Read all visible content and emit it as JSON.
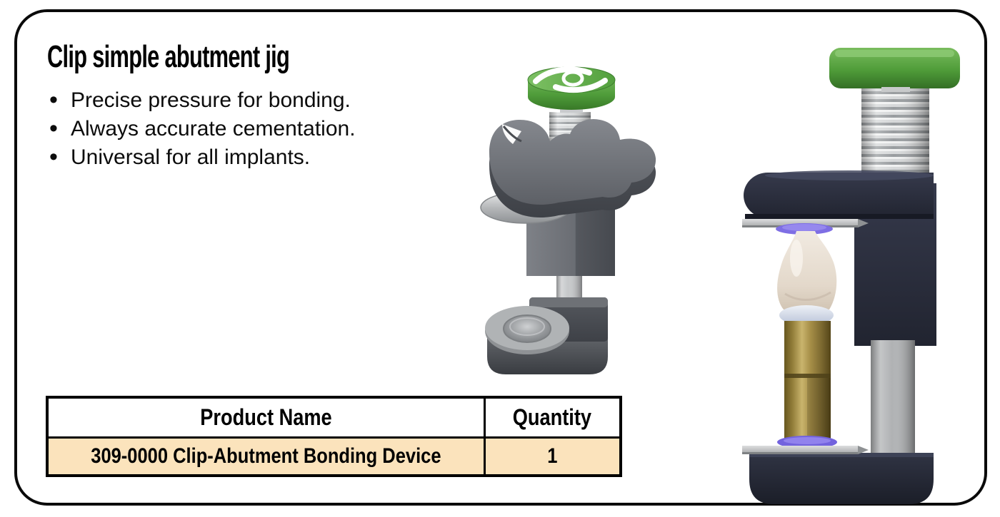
{
  "card": {
    "title": "Clip simple abutment jig",
    "bullets": [
      "Precise pressure for bonding.",
      "Always accurate cementation.",
      "Universal for all implants."
    ]
  },
  "product_table": {
    "headers": [
      "Product Name",
      "Quantity"
    ],
    "rows": [
      {
        "product_name": "309-0000 Clip-Abutment Bonding Device",
        "quantity": "1"
      }
    ]
  },
  "images": [
    {
      "name": "clip-jig-full-render",
      "alt": "Clip abutment jig with green knob, threaded screw, clamp arm and abutment holder cup"
    },
    {
      "name": "clip-jig-clamping-render",
      "alt": "Clip jig pressing a dental crown onto a gold abutment between two plates"
    }
  ],
  "colors": {
    "accent_green": "#4f9c39",
    "table_row_bg": "#fbe3bc",
    "border_black": "#000000",
    "clamp_gray": "#6a6d73",
    "clamp_navy": "#262a38",
    "metal_silver": "#b6b8ba",
    "abutment_gold": "#a78f48",
    "adhesive_purple": "#7e6ee4",
    "crown_ivory": "#e8dfd4"
  }
}
